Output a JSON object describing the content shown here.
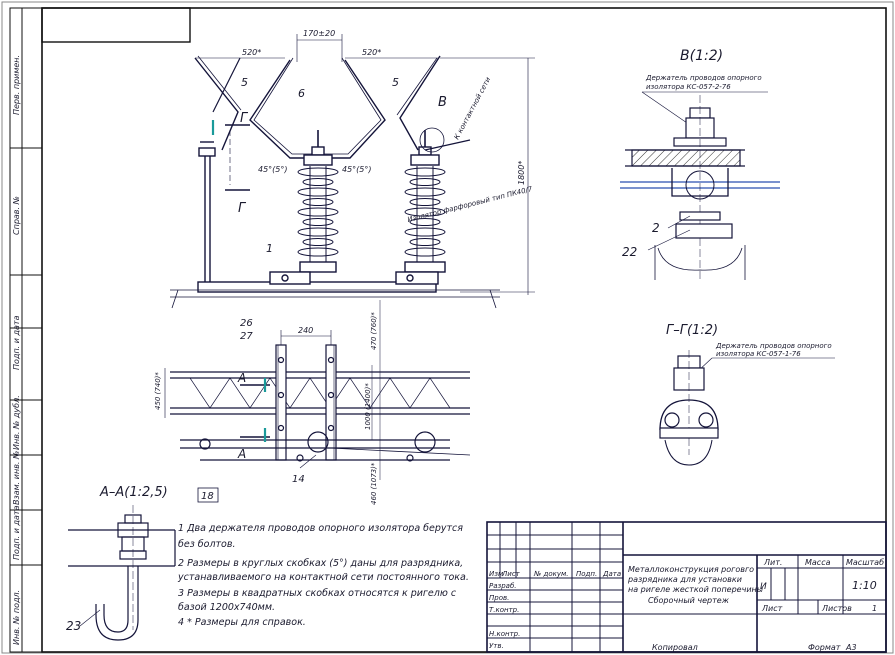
{
  "side_stamp": [
    "Перв. примен.",
    "Справ. №",
    "Подп. и дата",
    "Инв. № дубл.",
    "Взам. инв. №",
    "Подп. и дата",
    "Инв. № подл."
  ],
  "dims": {
    "d170": "170±20",
    "d520a": "520*",
    "d520b": "520*",
    "d1800": "1800*",
    "angle_a": "45°(5°)",
    "angle_b": "45°(5°)",
    "d240": "240",
    "d470": "470 (760)*",
    "d450": "450 (740)*",
    "d1000": "1000 (1400)*",
    "d460": "460 (1073)*"
  },
  "callouts": {
    "p5a": "5",
    "p6": "6",
    "p5b": "5",
    "pB": "В",
    "pG1": "Г",
    "pG2": "Г",
    "p1": "1",
    "p26": "26",
    "p27": "27",
    "pA1": "А",
    "pA2": "А",
    "p14": "14",
    "p18": "18",
    "p2": "2",
    "p22": "22",
    "p23": "23"
  },
  "labels": {
    "insulator": "Изолятор фарфоровый тип ПК40/7",
    "contact_net": "К контактной сети",
    "view_b_title": "В(1:2)",
    "view_b_note_1": "Держатель проводов опорного",
    "view_b_note_2": "изолятора КС-057-2-76",
    "view_g_title": "Г–Г(1:2)",
    "view_g_note_1": "Держатель проводов опорного",
    "view_g_note_2": "изолятора КС-057-1-76",
    "section_aa": "А–А(1:2,5)"
  },
  "notes": [
    "1 Два держателя проводов опорного изолятора берутся",
    "без болтов.",
    "2 Размеры в круглых скобках (5°) даны для разрядника,",
    "устанавливаемого на контактной сети постоянного тока.",
    "3 Размеры в квадратных скобках относятся к ригелю с",
    "базой 1200x740мм.",
    "4 * Размеры для справок."
  ],
  "title_block": {
    "head": [
      "Изм",
      "Лист",
      "№ докум.",
      "Подп.",
      "Дата"
    ],
    "rows": [
      "Разраб.",
      "Пров.",
      "Т.контр.",
      "",
      "Н.контр.",
      "Утв."
    ],
    "title_lines": [
      "Металлоконструкция роговго",
      "разрядника для установки",
      "на ригеле жесткой поперечины",
      "Сборочный чертеж"
    ],
    "lit": "Лит.",
    "mass": "Масса",
    "scale_label": "Масштаб",
    "scale": "1:10",
    "lit_val": "И",
    "sheet": "Лист",
    "sheets": "Листов",
    "sheets_val": "1",
    "copied": "Копировал",
    "format": "Формат",
    "format_val": "А3"
  }
}
